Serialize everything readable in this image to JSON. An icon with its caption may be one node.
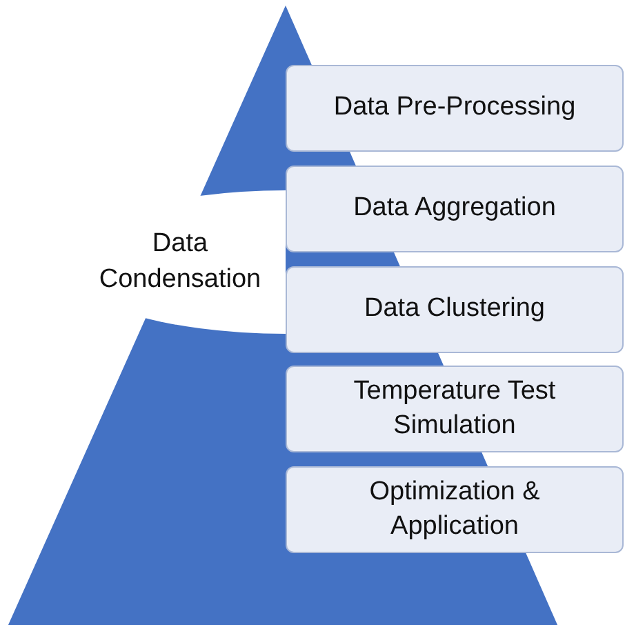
{
  "diagram": {
    "nodes": [
      {
        "text": [
          "Data Condensation"
        ]
      },
      {
        "text": [
          "Data Pre-Processing"
        ]
      },
      {
        "text": [
          "Data Aggregation"
        ]
      },
      {
        "text": [
          "Data Clustering"
        ]
      },
      {
        "text": [
          "Temperature Test Simulation"
        ]
      },
      {
        "text": [
          "Optimization & Application"
        ]
      }
    ]
  }
}
